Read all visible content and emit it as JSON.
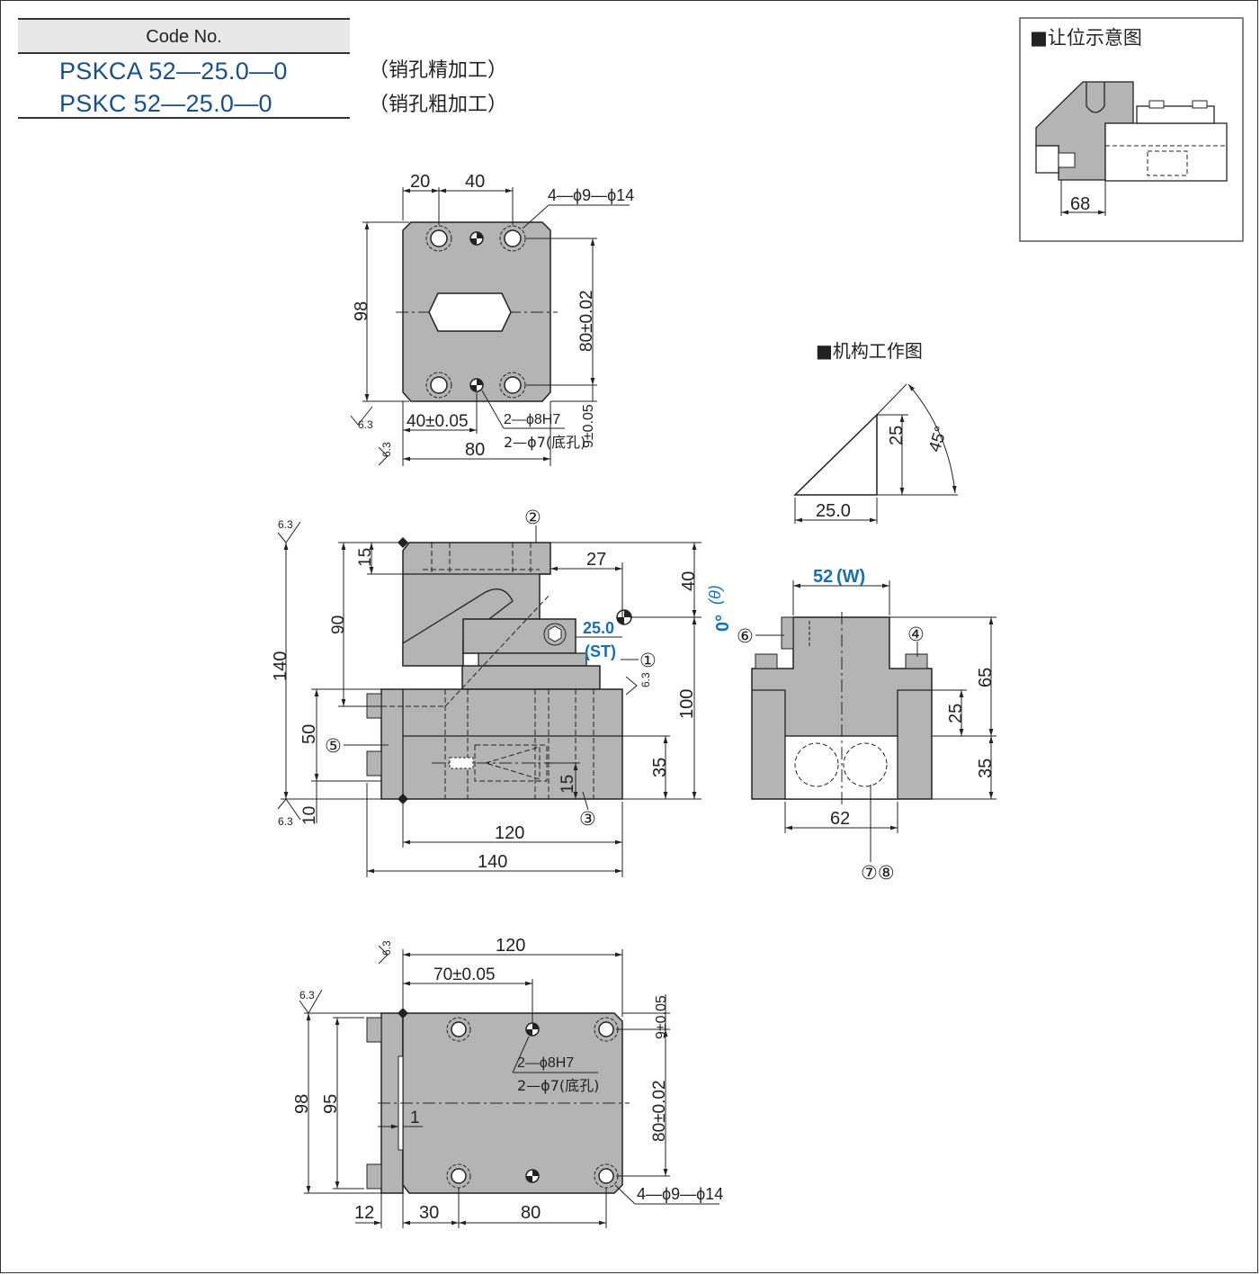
{
  "code_table": {
    "header": "Code No.",
    "rows": [
      {
        "code": "PSKCA 52—25.0—0",
        "note": "（销孔精加工）"
      },
      {
        "code": "PSKC 52—25.0—0",
        "note": "（销孔粗加工）"
      }
    ]
  },
  "clearance_view": {
    "title": "■让位示意图",
    "dim": "68"
  },
  "mechanism_view": {
    "title": "■机构工作图",
    "stroke": "25.0",
    "height": "25",
    "angle": "45°"
  },
  "top_view": {
    "dim_20": "20",
    "dim_40": "40",
    "holes": "4—ϕ9—ϕ14",
    "dim_98": "98",
    "dim_80_tol": "80±0.02",
    "dim_9_tol": "9±0.05",
    "dim_40_tol": "40±0.05",
    "dim_80": "80",
    "pin_h7": "2—ϕ8H7",
    "pin_bottom": "2—ϕ7(底孔)",
    "roughness": "6.3"
  },
  "front_view": {
    "dim_15": "15",
    "dim_27": "27",
    "dim_40": "40",
    "dim_90": "90",
    "dim_140": "140",
    "dim_50": "50",
    "dim_10": "10",
    "dim_100": "100",
    "dim_35": "35",
    "dim_15b": "15",
    "dim_120": "120",
    "dim_140b": "140",
    "stroke": "25.0",
    "stroke_label": "(ST)",
    "angle": "0°",
    "theta": "(θ)",
    "roughness": "6.3",
    "balloons": [
      "①",
      "②",
      "③",
      "⑤"
    ]
  },
  "side_view": {
    "width": "52",
    "width_label": "(W)",
    "dim_65": "65",
    "dim_25": "25",
    "dim_35": "35",
    "dim_62": "62",
    "balloons": [
      "⑥",
      "④",
      "⑦⑧"
    ]
  },
  "bottom_view": {
    "dim_120": "120",
    "dim_70_tol": "70±0.05",
    "dim_9_tol": "9±0.05",
    "dim_98": "98",
    "dim_95": "95",
    "dim_1": "1",
    "dim_80_tol": "80±0.02",
    "pin_h7": "2—ϕ8H7",
    "pin_bottom": "2—ϕ7(底孔)",
    "holes": "4—ϕ9—ϕ14",
    "dim_12": "12",
    "dim_30": "30",
    "dim_80": "80",
    "roughness": "6.3"
  }
}
